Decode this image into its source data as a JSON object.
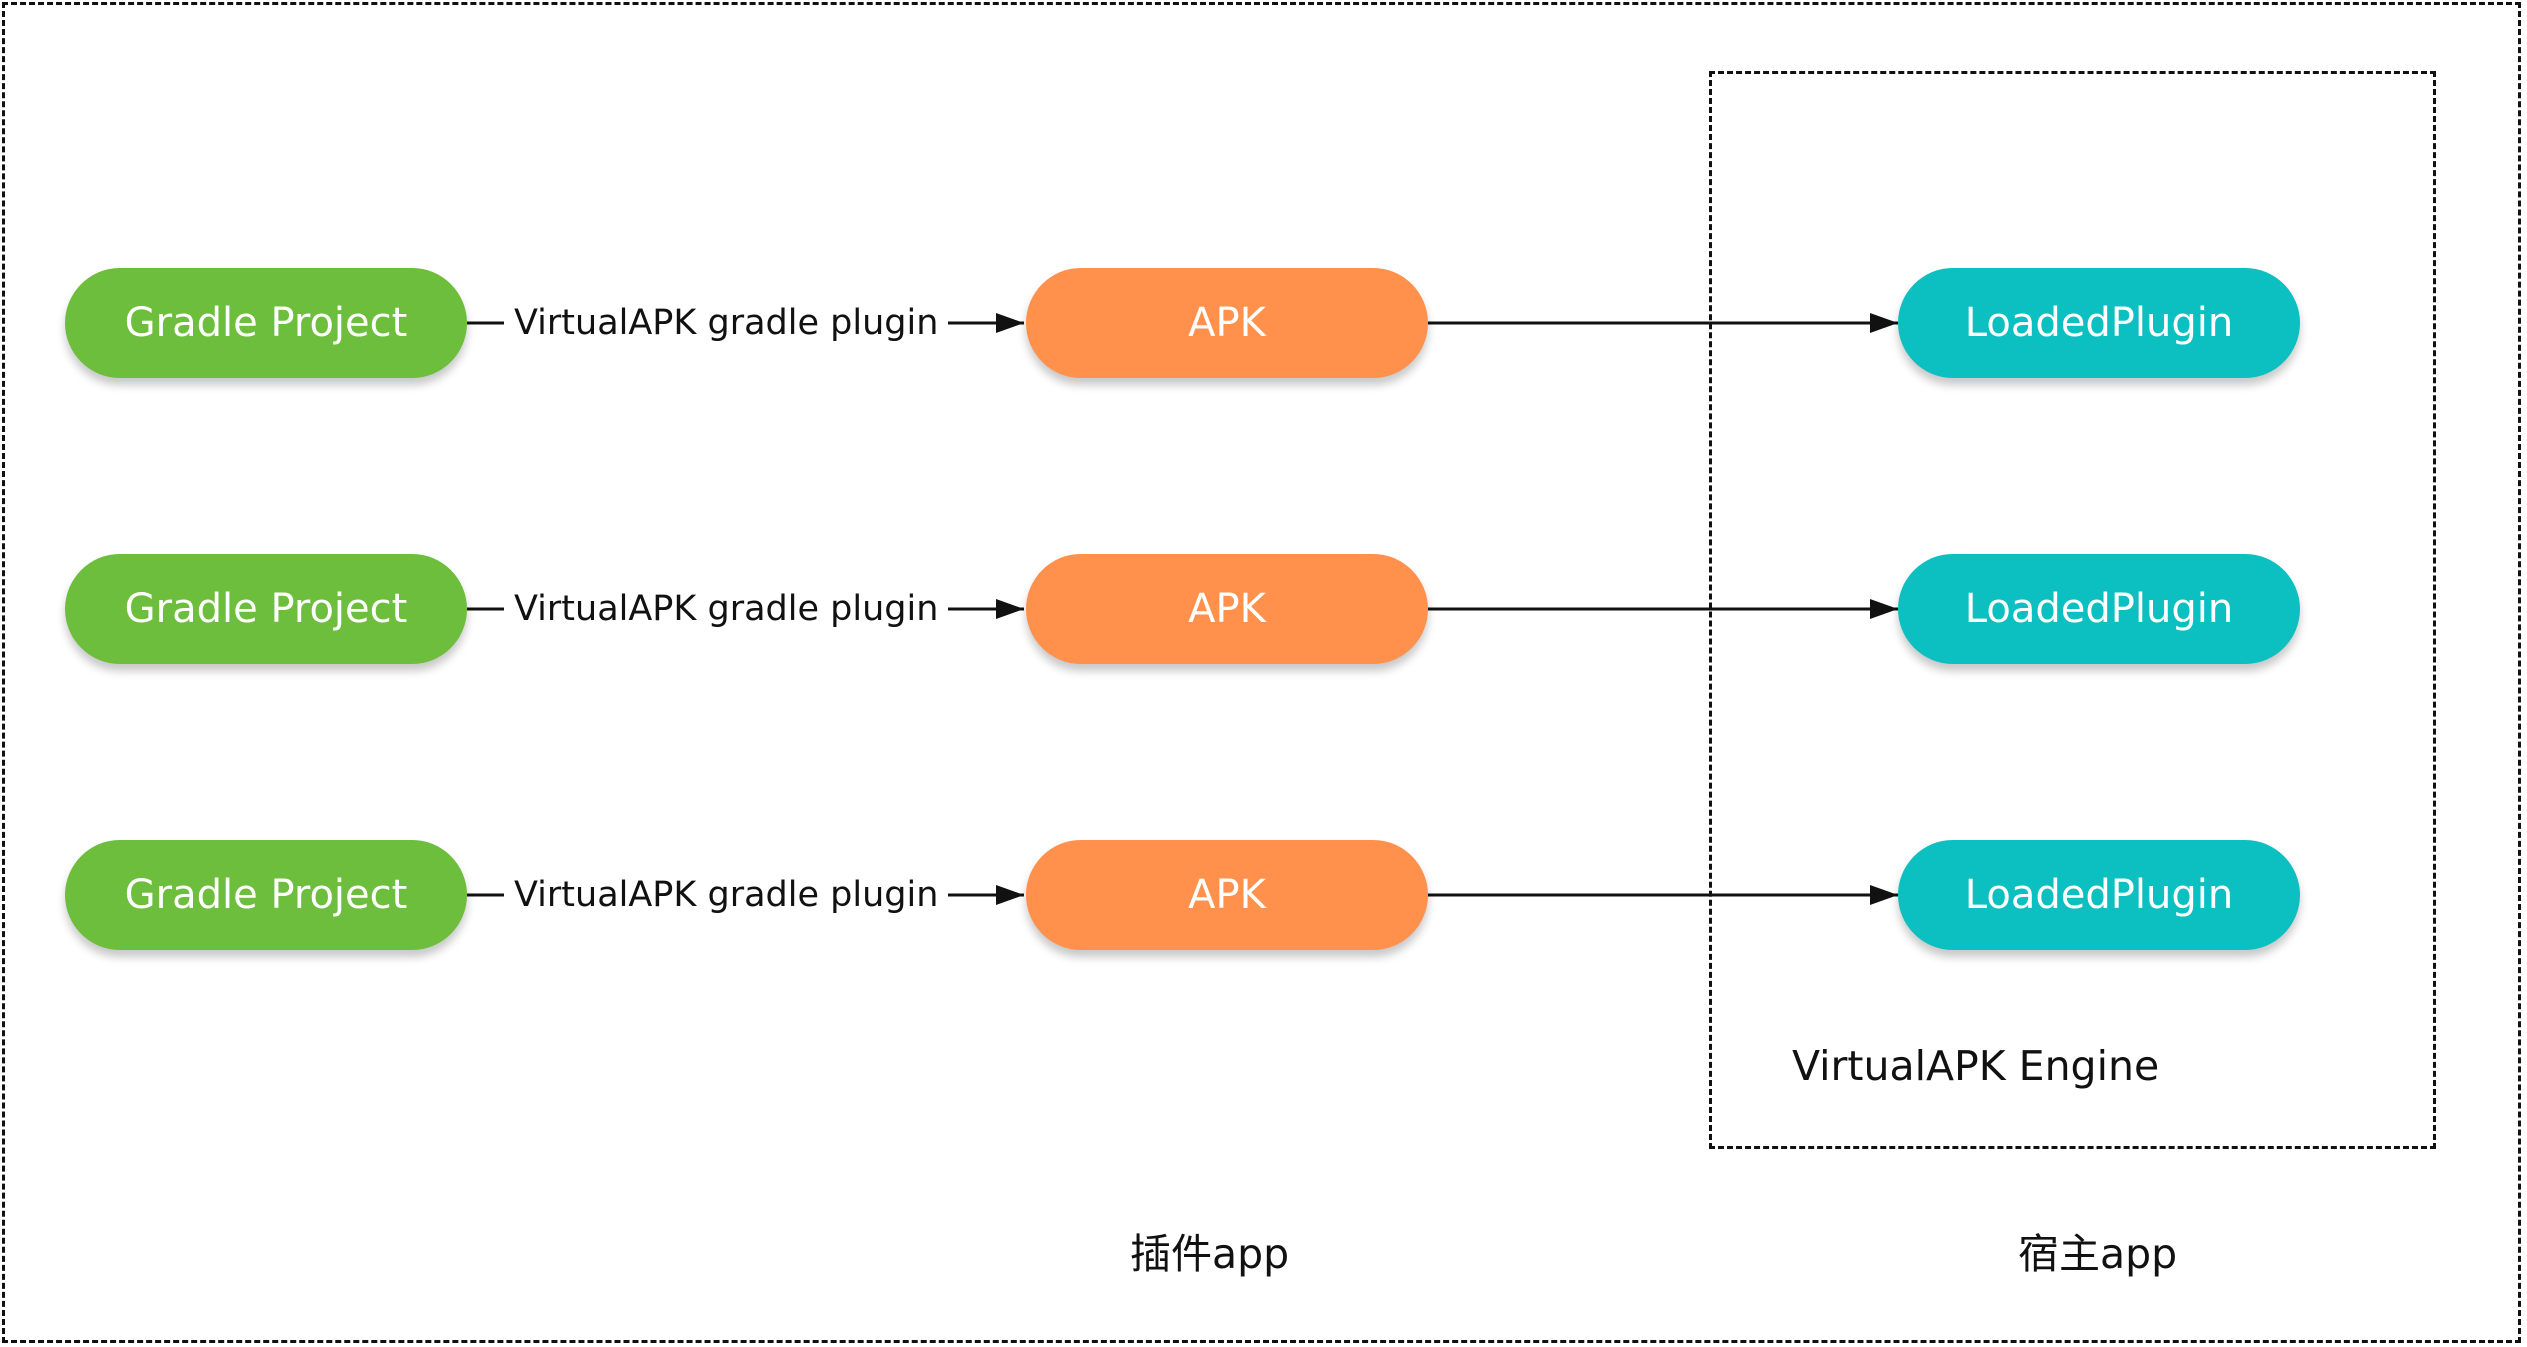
{
  "colors": {
    "gradle_project": "#6dbe3c",
    "apk": "#ff914d",
    "loaded_plugin": "#0cbfc0",
    "line": "#111111"
  },
  "rows": [
    {
      "source": "Gradle Project",
      "edge_label": "VirtualAPK gradle plugin",
      "middle": "APK",
      "target": "LoadedPlugin"
    },
    {
      "source": "Gradle Project",
      "edge_label": "VirtualAPK gradle plugin",
      "middle": "APK",
      "target": "LoadedPlugin"
    },
    {
      "source": "Gradle Project",
      "edge_label": "VirtualAPK gradle plugin",
      "middle": "APK",
      "target": "LoadedPlugin"
    }
  ],
  "engine_label": "VirtualAPK Engine",
  "plugin_app_label": "插件app",
  "host_app_label": "宿主app"
}
